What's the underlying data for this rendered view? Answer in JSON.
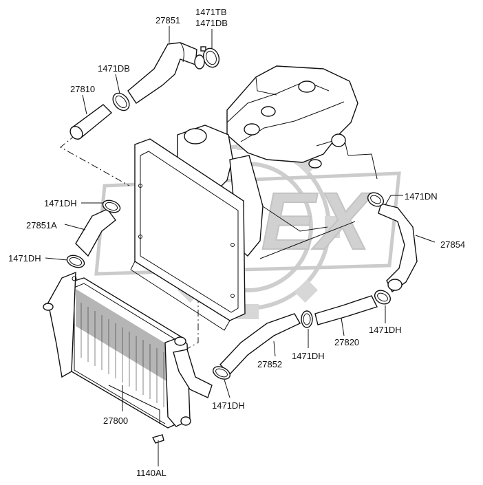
{
  "watermark": {
    "text": "OPEX",
    "color": "#cfcfcf"
  },
  "labels": {
    "l_1471tb": "1471TB",
    "l_1471db_top": "1471DB",
    "l_27851": "27851",
    "l_1471db_left": "1471DB",
    "l_27810": "27810",
    "l_1471dh_a": "1471DH",
    "l_27851a": "27851A",
    "l_1471dh_b": "1471DH",
    "l_1471dn": "1471DN",
    "l_27854": "27854",
    "l_1471dh_c": "1471DH",
    "l_27820": "27820",
    "l_1471dh_d": "1471DH",
    "l_27852": "27852",
    "l_1471dh_e": "1471DH",
    "l_27800": "27800",
    "l_1140al": "1140AL"
  },
  "colors": {
    "line": "#111111",
    "background": "#ffffff"
  }
}
